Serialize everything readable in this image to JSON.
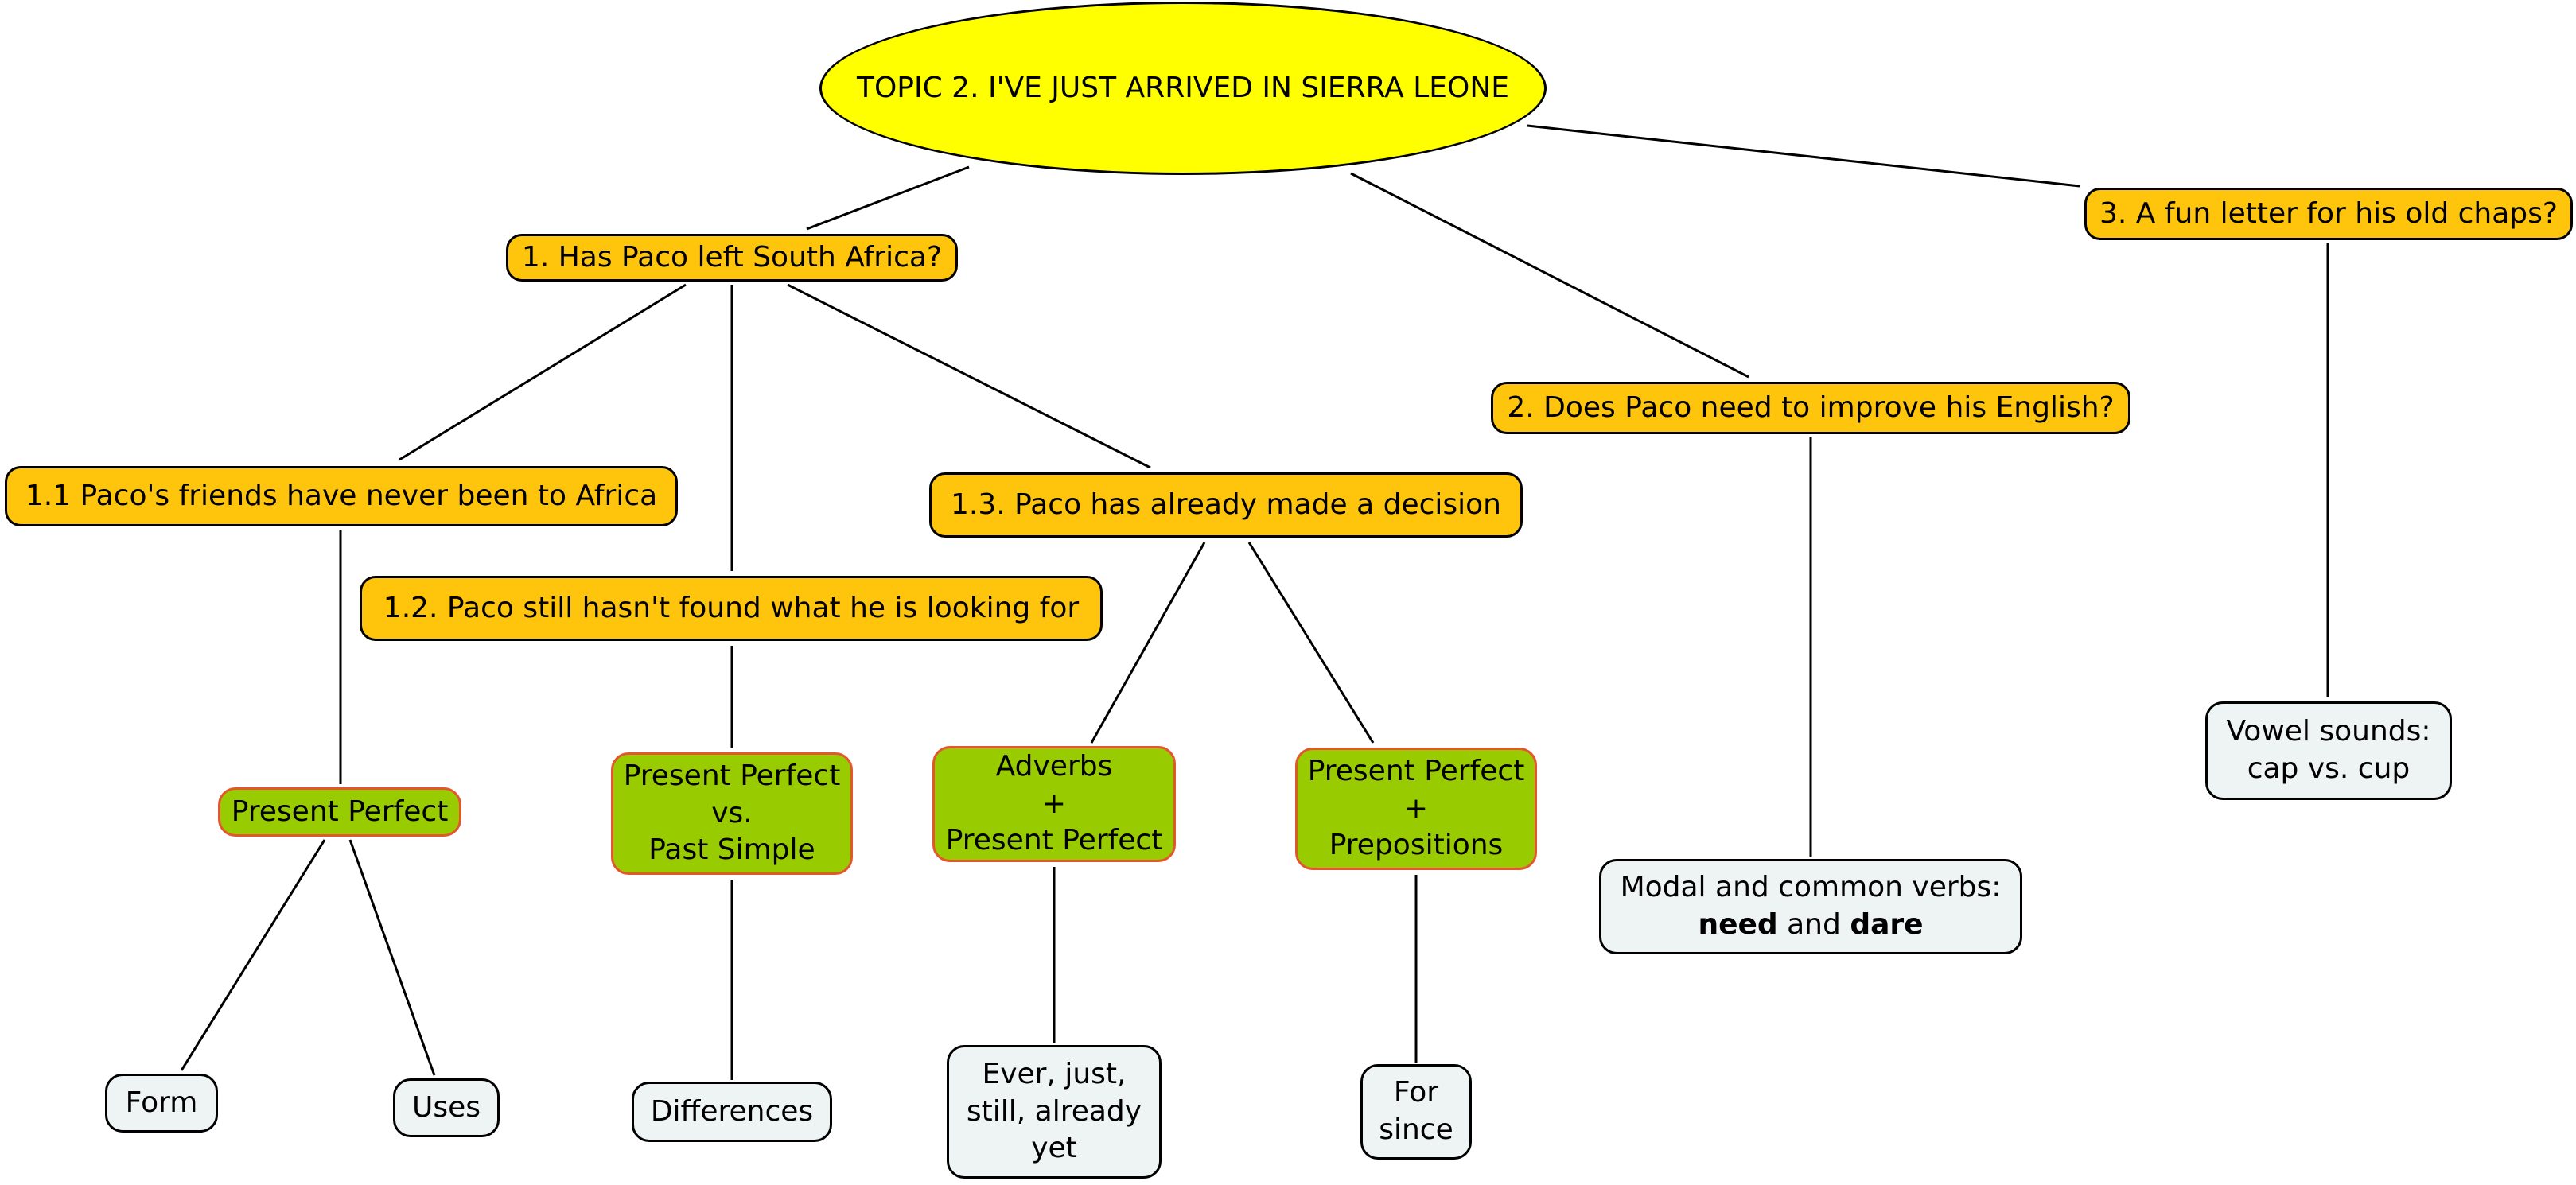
{
  "root": {
    "label": "TOPIC 2. I'VE JUST ARRIVED IN SIERRA LEONE"
  },
  "topics": {
    "t1": "1. Has Paco left South Africa?",
    "t2": "2. Does Paco need to improve his English?",
    "t3": "3. A fun letter for his old chaps?"
  },
  "subtopics": {
    "s11": "1.1 Paco's friends have never been to Africa",
    "s12": "1.2. Paco still hasn't found what he is looking for",
    "s13": "1.3. Paco has already made a decision"
  },
  "grammar": {
    "present_perfect": "Present Perfect",
    "pp_vs_ps": [
      "Present Perfect",
      "vs.",
      "Past Simple"
    ],
    "adverbs_pp": [
      "Adverbs",
      "+",
      "Present Perfect"
    ],
    "pp_prepositions": [
      "Present Perfect",
      "+",
      "Prepositions"
    ]
  },
  "leaves": {
    "form": "Form",
    "uses": "Uses",
    "differences": "Differences",
    "ever_just": [
      "Ever, just,",
      "still, already",
      "yet"
    ],
    "for_since": [
      "For",
      "since"
    ],
    "modal": {
      "line1": "Modal and common verbs:",
      "need": "need",
      "and": "and",
      "dare": "dare"
    },
    "vowel": [
      "Vowel sounds:",
      "cap vs. cup"
    ]
  },
  "colors": {
    "root_fill": "#ffff00",
    "topic_fill": "#ffc40c",
    "grammar_fill": "#99cc00",
    "grammar_border": "#e3562e",
    "leaf_fill": "#eef3f3",
    "line": "#000000"
  }
}
